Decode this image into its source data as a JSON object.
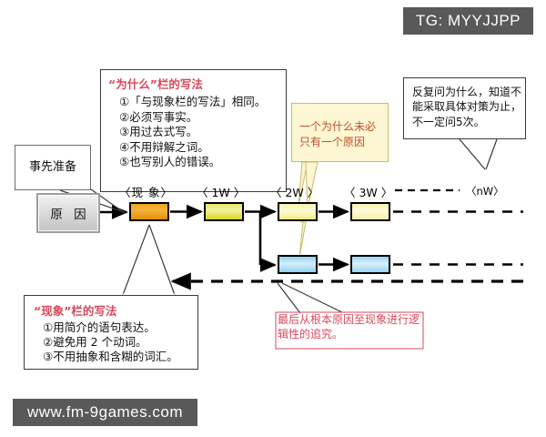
{
  "watermarks": {
    "top_right": "TG: MYYJJPP",
    "bottom_left": "www.fm-9games.com"
  },
  "boxes": {
    "prep": {
      "label": "事先准备"
    },
    "why_rule": {
      "heading": "“为什么”栏的写法",
      "items": [
        "①「与现象栏的写法」相同。",
        "②必须写事实。",
        "③用过去式写。",
        "④不用辩解之词。",
        "⑤也写别人的错误。"
      ]
    },
    "phenomenon_rule": {
      "heading": "“现象”栏的写法",
      "items": [
        "①用简介的语句表达。",
        "②避免用 2 个动词。",
        "③不用抽象和含糊的词汇。"
      ]
    },
    "yellow_note": {
      "line1": "一个为什么未必",
      "line2": "只有一个原因"
    },
    "repeat_note": {
      "line1": "反复问为什么，知道不",
      "line2": "能采取具体对策为止，",
      "line3": "不一定问5次。"
    },
    "last_note": "最后从根本原因至现象进行逻辑性的追究。"
  },
  "flow": {
    "cause_node": "原 因",
    "stage_labels": {
      "phenomenon": "〈现 象〉",
      "w1": "〈 1W 〉",
      "w2": "〈 2W 〉",
      "w3": "〈 3W 〉",
      "wn": "〈nW〉"
    }
  },
  "colors": {
    "accent_red": "#d9475b",
    "note_orange": "#c0502f",
    "watermark_bg": "#595959",
    "node_phenomenon": "#f2a521",
    "node_1w": "#e8e861",
    "node_2w": "#f6f3a8",
    "node_2w_branch": "#8ed0f0"
  }
}
